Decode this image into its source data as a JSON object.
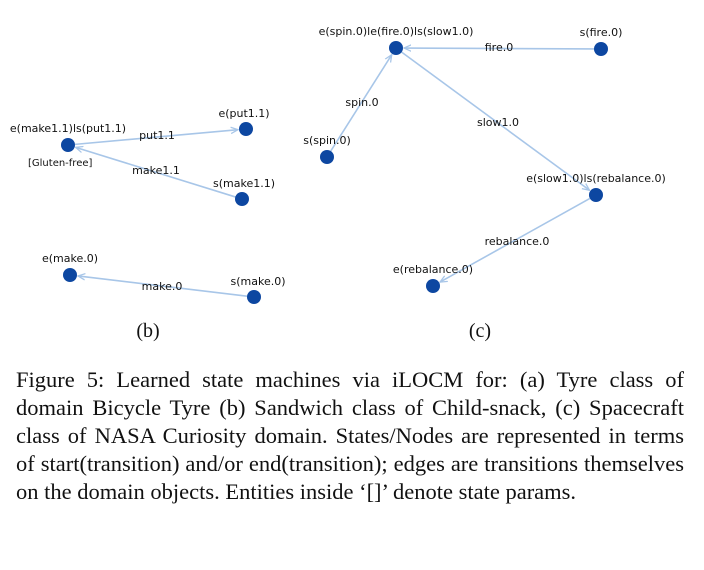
{
  "panels": [
    {
      "label": "(b)",
      "nodes": [
        {
          "id": "b1",
          "label": "e(make1.1)ls(put1.1)",
          "param": "[Gluten-free]"
        },
        {
          "id": "b2",
          "label": "e(put1.1)"
        },
        {
          "id": "b3",
          "label": "s(make1.1)"
        },
        {
          "id": "b4",
          "label": "e(make.0)"
        },
        {
          "id": "b5",
          "label": "s(make.0)"
        }
      ],
      "edges": [
        {
          "from": "b1",
          "to": "b2",
          "label": "put1.1"
        },
        {
          "from": "b3",
          "to": "b1",
          "label": "make1.1"
        },
        {
          "from": "b5",
          "to": "b4",
          "label": "make.0"
        }
      ]
    },
    {
      "label": "(c)",
      "nodes": [
        {
          "id": "c1",
          "label": "e(spin.0)le(fire.0)ls(slow1.0)"
        },
        {
          "id": "c2",
          "label": "s(fire.0)"
        },
        {
          "id": "c3",
          "label": "s(spin.0)"
        },
        {
          "id": "c4",
          "label": "e(slow1.0)ls(rebalance.0)"
        },
        {
          "id": "c5",
          "label": "e(rebalance.0)"
        }
      ],
      "edges": [
        {
          "from": "c2",
          "to": "c1",
          "label": "fire.0"
        },
        {
          "from": "c3",
          "to": "c1",
          "label": "spin.0"
        },
        {
          "from": "c1",
          "to": "c4",
          "label": "slow1.0"
        },
        {
          "from": "c4",
          "to": "c5",
          "label": "rebalance.0"
        }
      ]
    }
  ],
  "caption": "Figure 5: Learned state machines via iLOCM for: (a) Tyre class of domain Bicycle Tyre (b) Sandwich class of Child-snack, (c) Spacecraft class of NASA Curiosity domain. States/Nodes are represented in terms of start(transition) and/or end(transition); edges are transitions themselves on the domain objects. Entities inside ‘[]’ denote state params.",
  "colors": {
    "node": "#0d47a1",
    "edge": "#a8c6e8",
    "text": "#111111"
  }
}
